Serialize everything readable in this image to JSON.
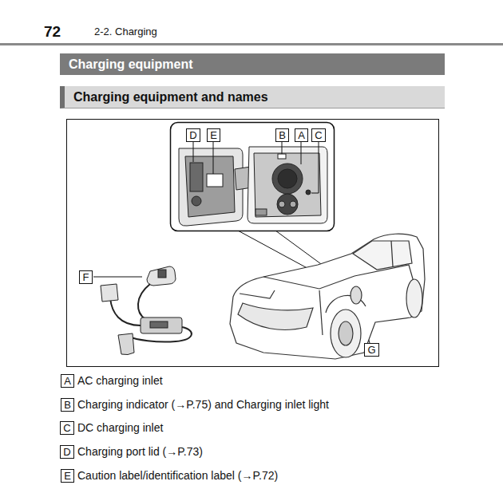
{
  "diagram": {
    "nodes": [
      {
        "text": [
          "Charging equipment"
        ]
      },
      {
        "text": [
          "Charging equipment and names"
        ]
      },
      {
        "text": [
          "D"
        ]
      },
      {
        "text": [
          "E"
        ]
      },
      {
        "text": [
          "B"
        ]
      },
      {
        "text": [
          "A"
        ]
      },
      {
        "text": [
          "C"
        ]
      },
      {
        "text": [
          "F"
        ]
      },
      {
        "text": [
          "G"
        ]
      },
      {
        "text": [
          "A"
        ]
      },
      {
        "text": [
          "B"
        ]
      },
      {
        "text": [
          "C"
        ]
      },
      {
        "text": [
          "D"
        ]
      },
      {
        "text": [
          "E"
        ]
      }
    ],
    "labels": [
      "72",
      "2-2. Charging",
      "AC charging inlet",
      "Charging indicator (→P.75) and Charging inlet light",
      "DC charging inlet",
      "Charging port lid (→P.73)",
      "Caution label/identification label (→P.72)"
    ]
  }
}
